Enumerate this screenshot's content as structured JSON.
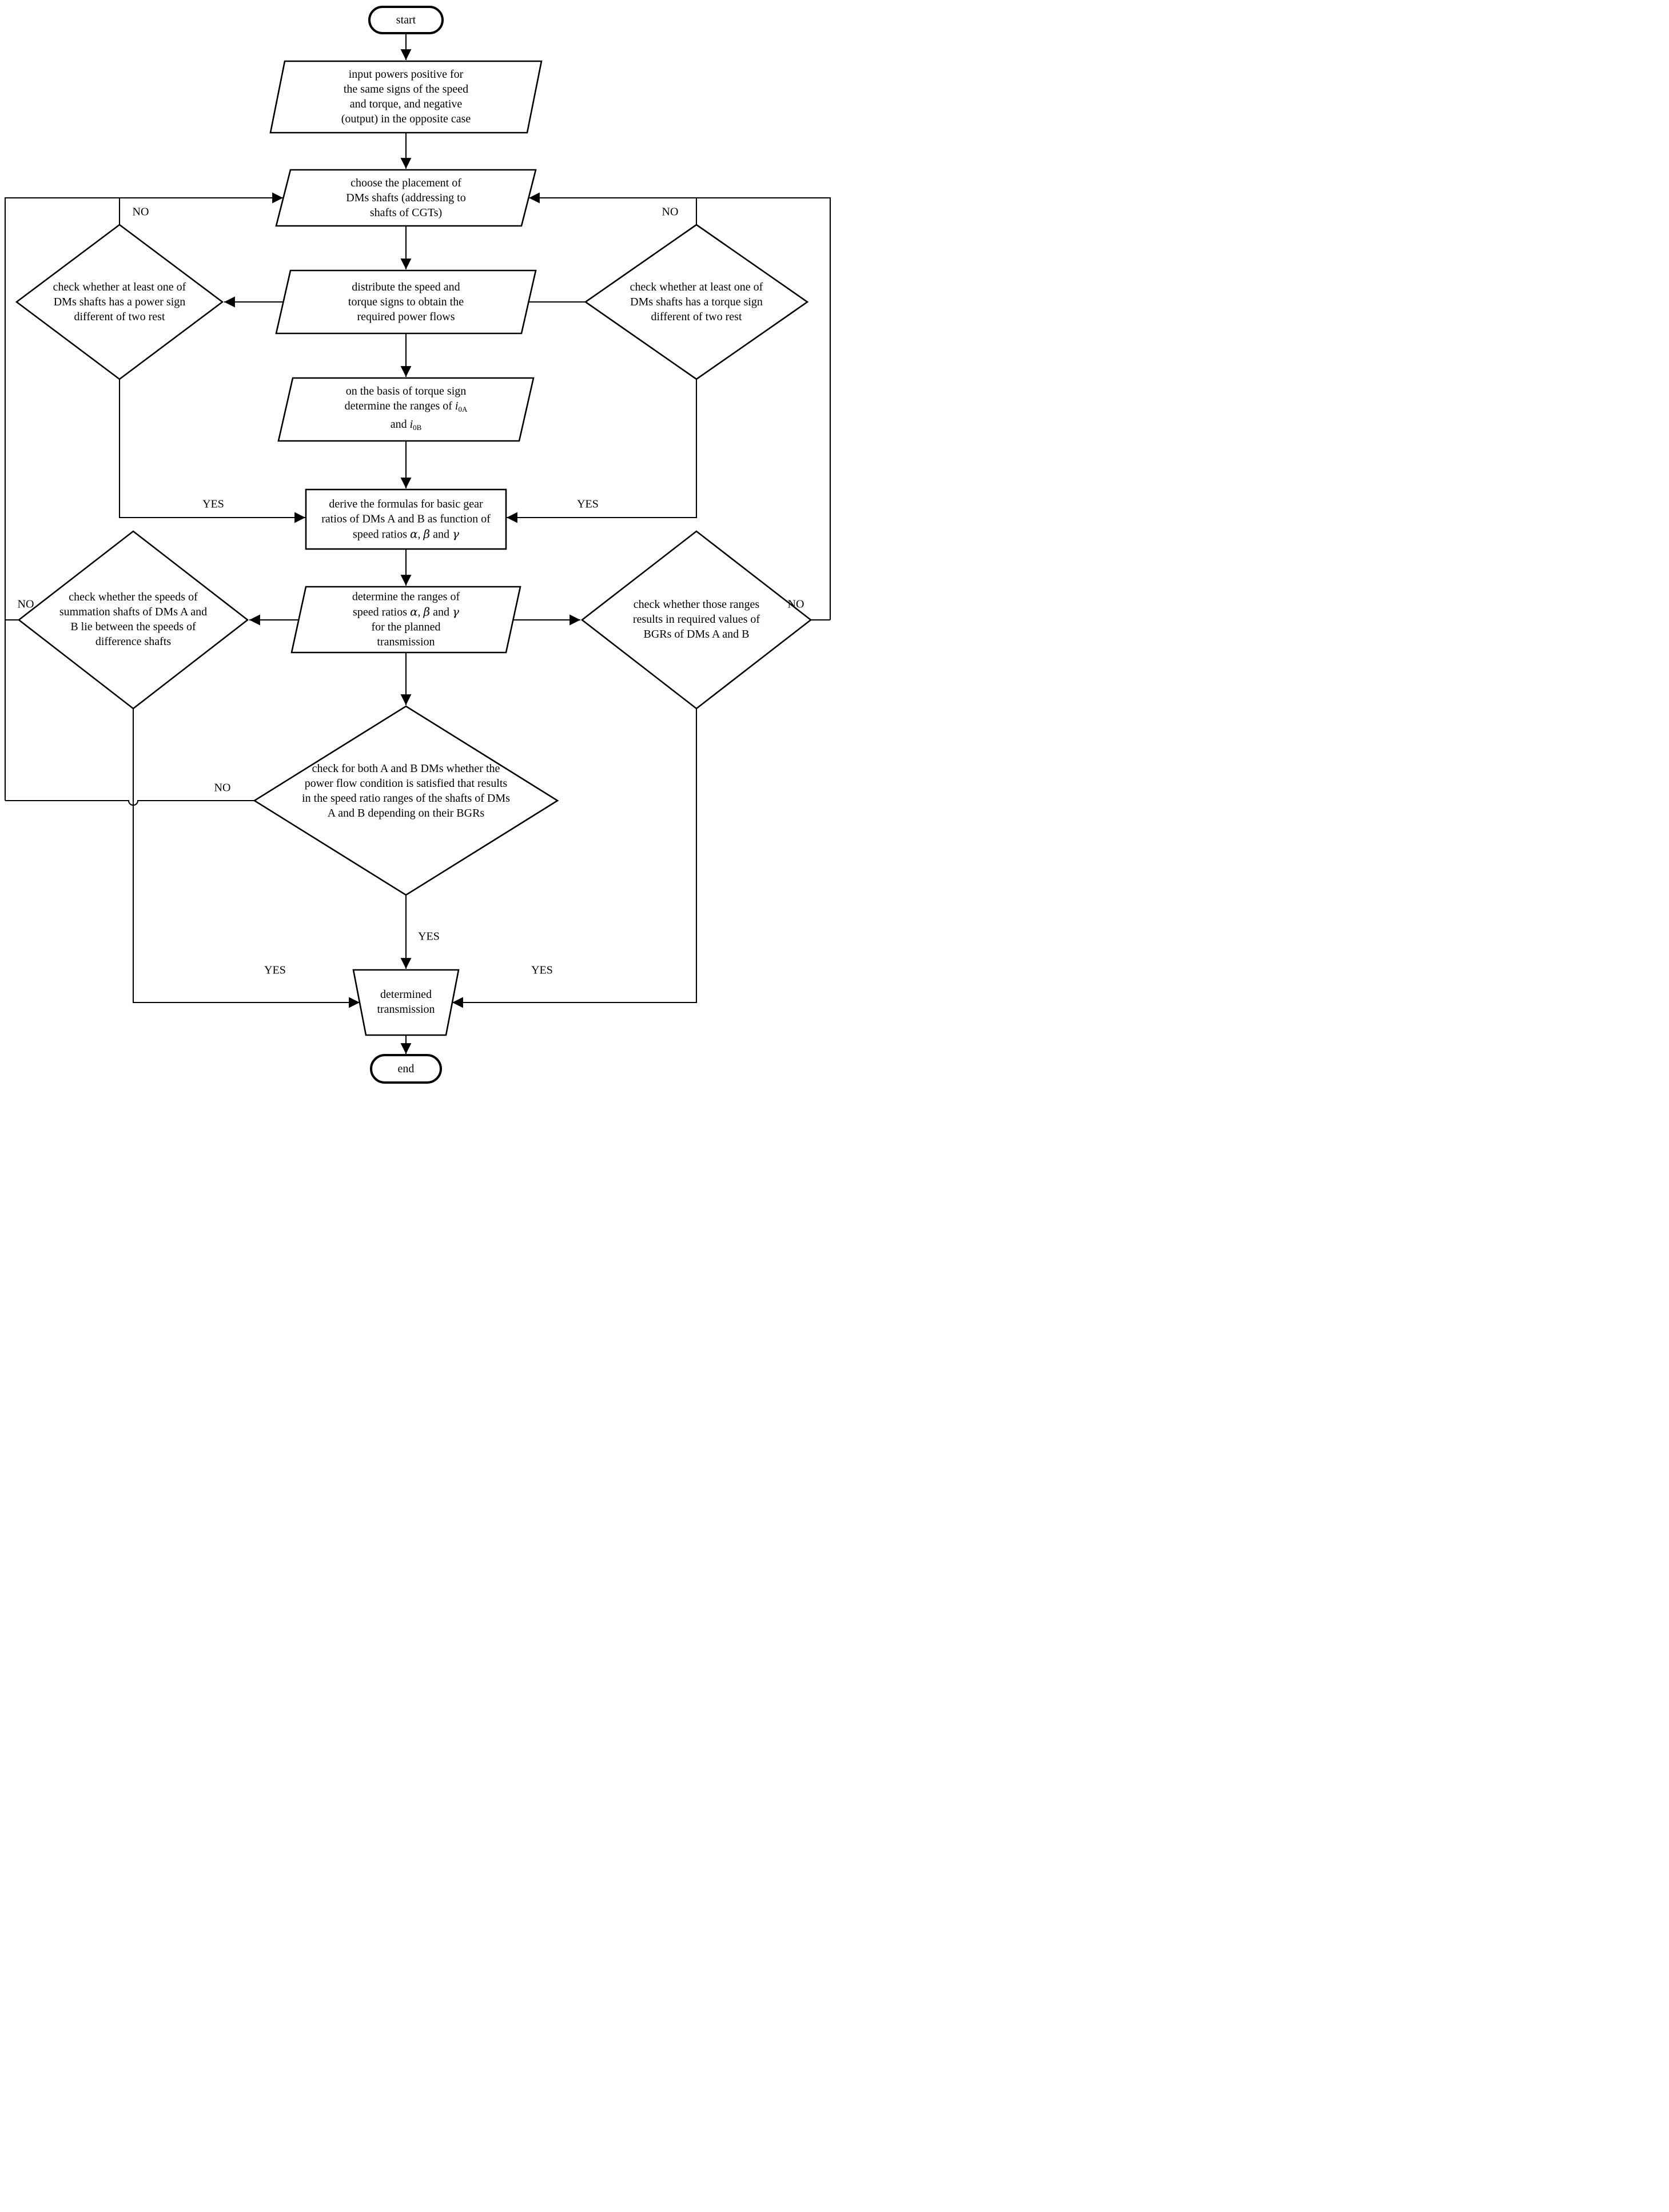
{
  "diagram": {
    "colors": {
      "stroke": "#000000",
      "background": "#ffffff"
    },
    "nodes": {
      "start": {
        "label": "start"
      },
      "input_powers": {
        "lines": [
          "input powers positive for",
          "the same signs of the speed",
          "and torque, and negative",
          "(output) in the opposite case"
        ]
      },
      "choose_placement": {
        "lines": [
          "choose the placement of",
          "DMs shafts (addressing to",
          "shafts of CGTs)"
        ]
      },
      "distribute_signs": {
        "lines": [
          "distribute the speed and",
          "torque signs to obtain the",
          "required power flows"
        ]
      },
      "check_power_sign": {
        "lines": [
          "check whether at least one of",
          "DMs shafts has a power sign",
          "different of two rest"
        ]
      },
      "check_torque_sign": {
        "lines": [
          "check whether at least one of",
          "DMs shafts has a torque sign",
          "different of two rest"
        ]
      },
      "determine_i_ranges": {
        "line1": "on the basis of torque sign",
        "line2_text": "determine the ranges of ",
        "var_i": "i",
        "sub_0a": "0A",
        "line3_text": "and ",
        "sub_0b": "0B"
      },
      "derive_formulas": {
        "line1": "derive the formulas for basic gear",
        "line2": "ratios of DMs A and B as function of",
        "line3_text": "speed ratios ",
        "alpha": "α",
        "comma": ", ",
        "beta": "β",
        "and_word": " and ",
        "gamma": "γ"
      },
      "determine_speed_ranges": {
        "line1": "determine the ranges of",
        "line2_text": "speed ratios ",
        "alpha": "α",
        "comma": ", ",
        "beta": "β",
        "and_word": " and ",
        "gamma": "γ",
        "line3": "for the planned",
        "line4": "transmission"
      },
      "check_summation_speeds": {
        "lines": [
          "check whether the speeds of",
          "summation shafts of DMs A and",
          "B lie between the speeds of",
          "difference shafts"
        ]
      },
      "check_bgr_ranges": {
        "lines": [
          "check whether those ranges",
          "results in required values of",
          "BGRs of DMs A and B"
        ]
      },
      "check_power_flow": {
        "lines": [
          "check for both A and B DMs whether the",
          "power flow condition is satisfied that results",
          "in the speed ratio ranges of the shafts of DMs",
          "A and B depending on their BGRs"
        ]
      },
      "determined_transmission": {
        "lines": [
          "determined",
          "transmission"
        ]
      },
      "end": {
        "label": "end"
      }
    },
    "edge_labels": {
      "no_power_sign": "NO",
      "no_torque_sign": "NO",
      "yes_power_sign": "YES",
      "yes_torque_sign": "YES",
      "no_summation": "NO",
      "no_bgr": "NO",
      "no_power_flow": "NO",
      "yes_power_flow": "YES",
      "yes_summation": "YES",
      "yes_bgr": "YES"
    }
  }
}
